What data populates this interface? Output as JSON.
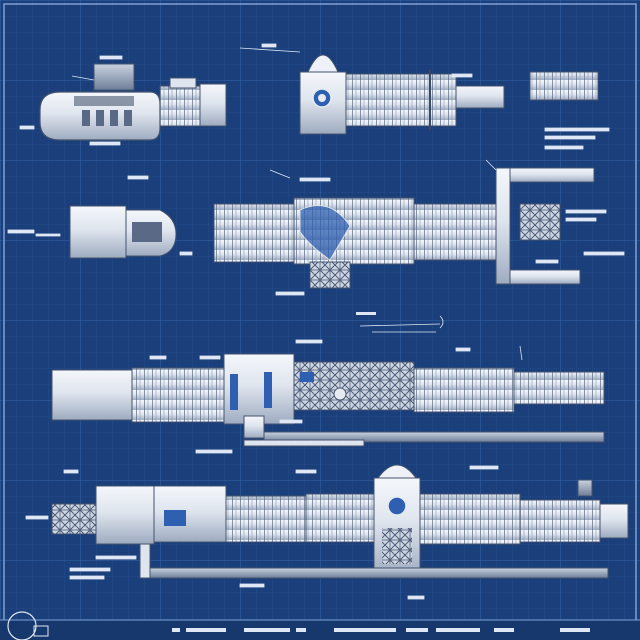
{
  "image": {
    "kind": "blueprint-illustration",
    "subject": "modular-space-station-schematic",
    "views": [
      "upper-view",
      "middle-view",
      "lower-view",
      "bottom-view"
    ]
  },
  "palette": {
    "background": "#1a3f7a",
    "grid_minor": "#2a5595",
    "grid_major": "#3566ab",
    "module_fill": "#e6ebf2",
    "module_shade": "#aab6c8",
    "module_dark": "#3a4a66",
    "accent_blue": "#2f5fb0",
    "annotation": "#dfe7f5"
  }
}
